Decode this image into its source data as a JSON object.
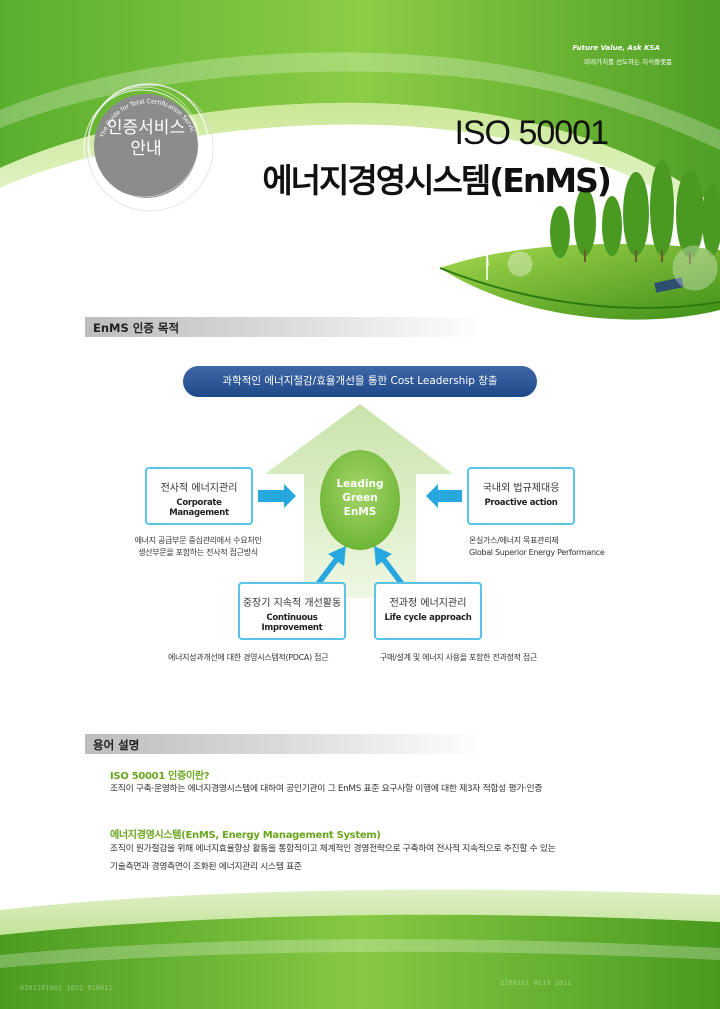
{
  "header": {
    "tagline_en": "Future Value, Ask KSA",
    "tagline_ko": "미래가치를 선도하는 지식플랫폼",
    "badge_title_line1": "인증서비스",
    "badge_title_line2": "안내",
    "badge_arc_text": "The Guide for Total Certification Service",
    "title_line1": "ISO 50001",
    "title_line2": "에너지경영시스템(EnMS)"
  },
  "purpose_section": {
    "heading": "EnMS 인증 목적",
    "goal": "과학적인 에너지절감/효율개선을 통한 Cost Leadership 창출",
    "center_line1": "Leading",
    "center_line2": "Green",
    "center_line3": "EnMS",
    "boxes": [
      {
        "ko": "전사적 에너지관리",
        "en": "Corporate Management",
        "desc_line1": "에너지 공급부문 중심관리에서 수요처인",
        "desc_line2": "생산부문을 포함하는 전사적 접근방식"
      },
      {
        "ko": "국내외 법규제대응",
        "en": "Proactive action",
        "desc_line1": "온실가스/에너지 목표관리제",
        "desc_line2": "Global Superior Energy Performance"
      },
      {
        "ko": "중장기 지속적 개선활동",
        "en": "Continuous Improvement",
        "desc_line1": "에너지성과개선에 대한 경영시스템적(PDCA) 접근",
        "desc_line2": ""
      },
      {
        "ko": "전과정 에너지관리",
        "en": "Life cycle approach",
        "desc_line1": "구매/설계 및 에너지 사용을 포함한 전과정적 접근",
        "desc_line2": ""
      }
    ]
  },
  "glossary_section": {
    "heading": "용어 설명",
    "terms": [
      {
        "term": "ISO 50001 인증이란?",
        "definition_line1": "조직이 구축·운영하는 에너지경영시스템에 대하여 공인기관이 그 EnMS 표준 요구사항 이행에 대한 제3자 적합성 평가·인증",
        "definition_line2": ""
      },
      {
        "term": "에너지경영시스템(EnMS, Energy Management System)",
        "definition_line1": "조직이 원가절감을 위해 에너지효율향상 활동을 통합적이고 체계적인 경영전략으로 구축하여 전사적 지속적으로 추진할 수 있는",
        "definition_line2": "기술측면과 경영측면이 조화된 에너지관리 시스템 표준"
      }
    ]
  },
  "colors": {
    "brand_green": "#7cc242",
    "dark_green": "#3c8f1e",
    "goal_blue": "#2a5597",
    "box_border": "#5bc3ea",
    "arrow_blue": "#27a7e0",
    "center_green": "#7cbf3c"
  }
}
